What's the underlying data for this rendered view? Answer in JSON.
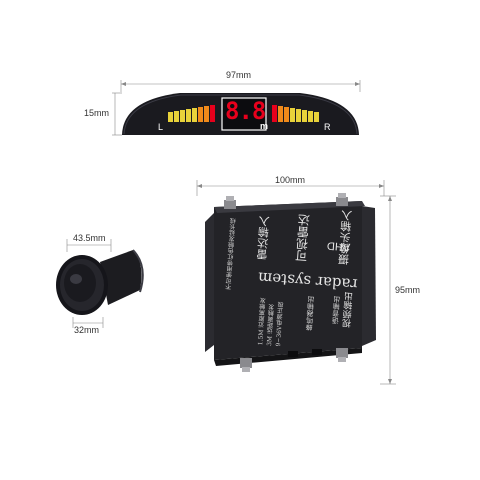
{
  "dimensions": {
    "display_width": "97mm",
    "display_height": "15mm",
    "box_width": "100mm",
    "box_height": "95mm",
    "sensor_diameter_outer": "43.5mm",
    "sensor_diameter_inner": "32mm"
  },
  "display": {
    "digits": "8.8",
    "unit": "m",
    "left_label": "L",
    "right_label": "R"
  },
  "box": {
    "title_en": "radar system",
    "label_ahd": "AHD",
    "label_top_right": "摄像头输入",
    "label_top_middle": "可视雷达",
    "label_top_left": "雷达输入",
    "label_small_note": "不可使用带红色触发延长线",
    "label_right_top": "视频输出",
    "label_right_sub": "语音输出",
    "label_bottom_mid": "蜂鸣器输出",
    "spec_lines": [
      "1.5M 近距离触发",
      "3M 远距离触发",
      "9~36V电源正极"
    ]
  },
  "colors": {
    "display_body": "#1a1a1f",
    "digit_red": "#e8001c",
    "seg_yellow": "#e8d23a",
    "seg_orange": "#f08a1a",
    "box_body": "#222226"
  }
}
